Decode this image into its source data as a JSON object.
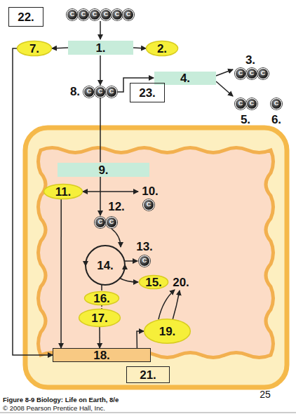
{
  "diagram": {
    "caption": "Figure 8-9 Biology: Life on Earth, 8/e",
    "nodes": [
      {
        "text": [
          "22."
        ]
      },
      {
        "text": [
          "1."
        ]
      },
      {
        "text": [
          "7."
        ]
      },
      {
        "text": [
          "2."
        ]
      },
      {
        "text": [
          "4."
        ]
      },
      {
        "text": [
          "23."
        ]
      },
      {
        "text": [
          "9."
        ]
      },
      {
        "text": [
          "11."
        ]
      },
      {
        "text": [
          "15."
        ]
      },
      {
        "text": [
          "16."
        ]
      },
      {
        "text": [
          "17."
        ]
      },
      {
        "text": [
          "19."
        ]
      },
      {
        "text": [
          "18."
        ]
      },
      {
        "text": [
          "21."
        ]
      }
    ],
    "edges": [
      {
        "from": 1,
        "to": 2,
        "arrow": "to"
      },
      {
        "from": 1,
        "to": 3,
        "arrow": "to"
      },
      {
        "from": 2,
        "to": 12,
        "arrow": "to"
      },
      {
        "from": 7,
        "to": 12,
        "arrow": "to"
      },
      {
        "from": 10,
        "to": 12,
        "arrow": "to"
      },
      {
        "from": 12,
        "to": 11,
        "arrow": "to"
      },
      {
        "from": 6,
        "to": 7,
        "arrow": "to"
      }
    ],
    "labels": [
      "C",
      "C",
      "C",
      "C",
      "C",
      "C",
      "3.",
      "C",
      "C",
      "C",
      "8.",
      "C",
      "C",
      "C",
      "C",
      "C",
      "C",
      "5.",
      "6.",
      "10.",
      "C",
      "12.",
      "C",
      "C",
      "13.",
      "14.",
      "C",
      "20.",
      "25",
      "© 2008 Pearson Prentice Hall, Inc."
    ]
  }
}
